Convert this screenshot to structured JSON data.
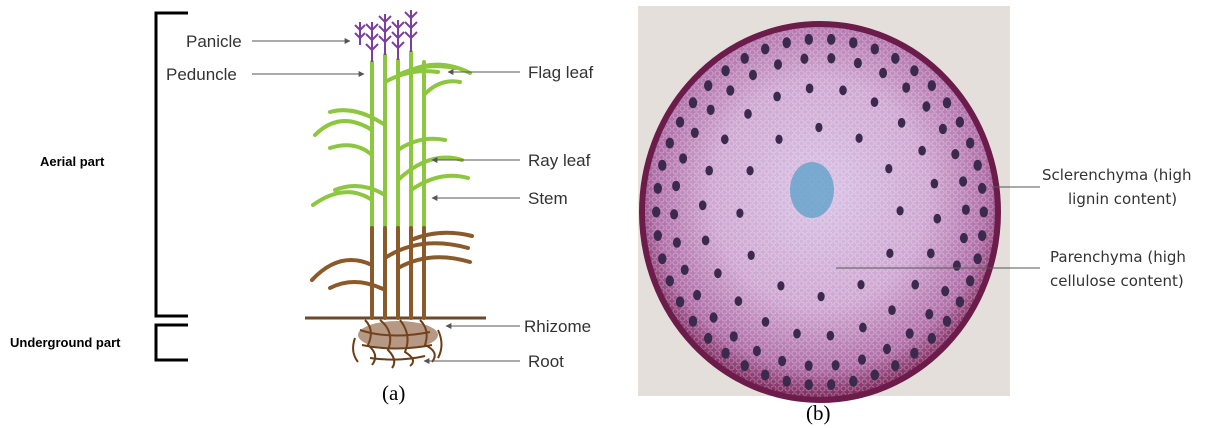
{
  "panel_a": {
    "caption": "(a)",
    "brackets": {
      "aerial": "Aerial part",
      "underground": "Underground part"
    },
    "labels": {
      "panicle": "Panicle",
      "peduncle": "Peduncle",
      "flag_leaf": "Flag leaf",
      "ray_leaf": "Ray leaf",
      "stem": "Stem",
      "rhizome": "Rhizome",
      "root": "Root"
    },
    "colors": {
      "stem": "#8dc63f",
      "rhizome": "#8b5a2b",
      "panicle": "#7b3fa0"
    }
  },
  "panel_b": {
    "caption": "(b)",
    "labels": {
      "sclerenchyma_1": "Sclerenchyma (high",
      "sclerenchyma_2": "lignin content)",
      "parenchyma_1": "Parenchyma (high",
      "parenchyma_2": "cellulose content)"
    },
    "colors": {
      "tissue": "#c89ac4",
      "rim": "#7a2457",
      "center_stain": "#5aa0c8"
    }
  }
}
